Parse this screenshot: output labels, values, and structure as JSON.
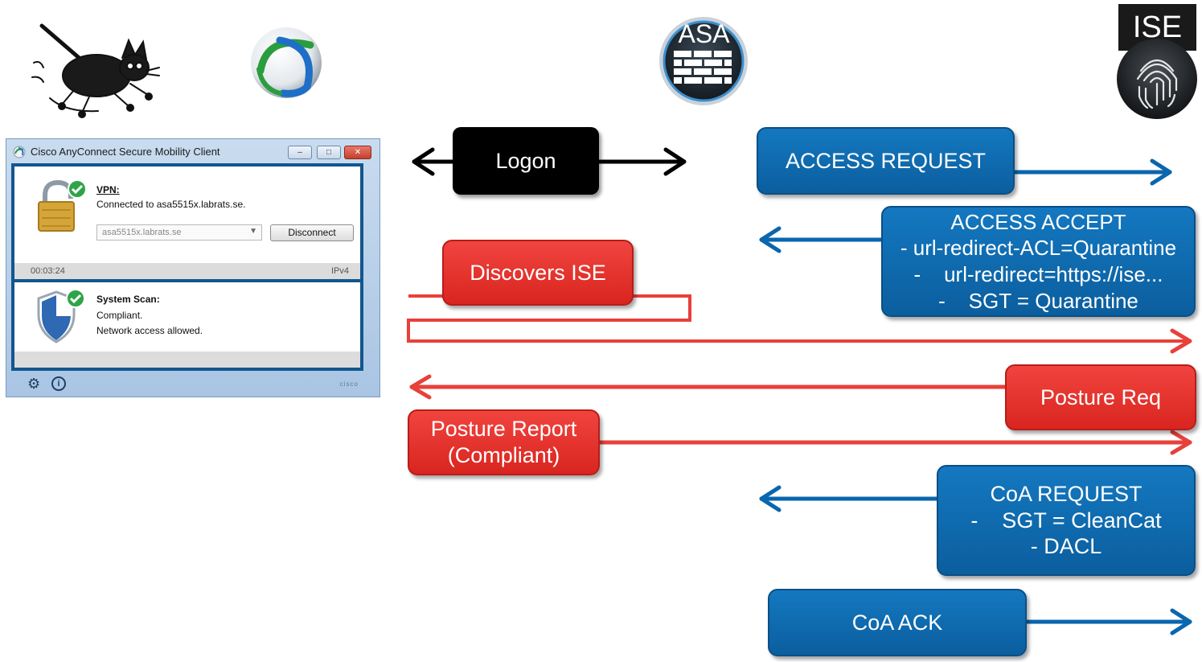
{
  "nodes": {
    "asa_label": "ASA",
    "ise_label": "ISE"
  },
  "client_window": {
    "title": "Cisco AnyConnect Secure Mobility Client",
    "vpn_heading": "VPN:",
    "vpn_status": "Connected to asa5515x.labrats.se.",
    "server_value": "asa5515x.labrats.se",
    "disconnect_label": "Disconnect",
    "timer": "00:03:24",
    "ip_version": "IPv4",
    "scan_heading": "System Scan:",
    "scan_status": "Compliant.",
    "scan_detail": "Network access allowed.",
    "brand": "cisco"
  },
  "messages": {
    "logon": "Logon",
    "access_request": "ACCESS REQUEST",
    "access_accept": [
      "ACCESS ACCEPT",
      "- url-redirect-ACL=Quarantine",
      "-    url-redirect=https://ise...",
      "-    SGT = Quarantine"
    ],
    "discovers_ise": "Discovers ISE",
    "posture_req": "Posture Req",
    "posture_report": [
      "Posture Report",
      "(Compliant)"
    ],
    "coa_request": [
      "CoA REQUEST",
      "-    SGT = CleanCat",
      "- DACL"
    ],
    "coa_ack": "CoA ACK"
  },
  "colors": {
    "blue_arrow": "#0a66ad",
    "red_arrow": "#e8403a",
    "black_arrow": "#000000"
  }
}
